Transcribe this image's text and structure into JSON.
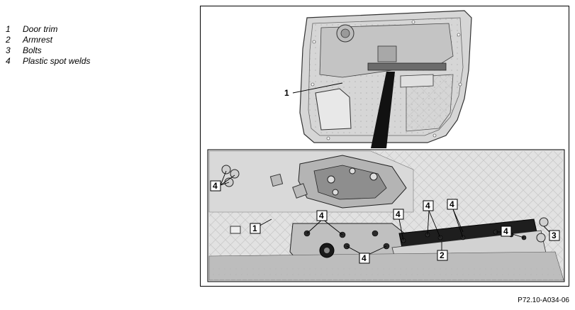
{
  "legend": {
    "items": [
      {
        "num": "1",
        "label": "Door trim"
      },
      {
        "num": "2",
        "label": "Armrest"
      },
      {
        "num": "3",
        "label": "Bolts"
      },
      {
        "num": "4",
        "label": "Plastic spot welds"
      }
    ]
  },
  "figure": {
    "reference": "P72.10-A034-06",
    "callouts": {
      "c1_top": "1",
      "c1_detail": "1",
      "c2": "2",
      "c3": "3",
      "c4_left": "4",
      "c4_mid": "4",
      "c4_a": "4",
      "c4_b": "4",
      "c4_c": "4",
      "c4_d": "4",
      "c4_bottom": "4"
    }
  }
}
